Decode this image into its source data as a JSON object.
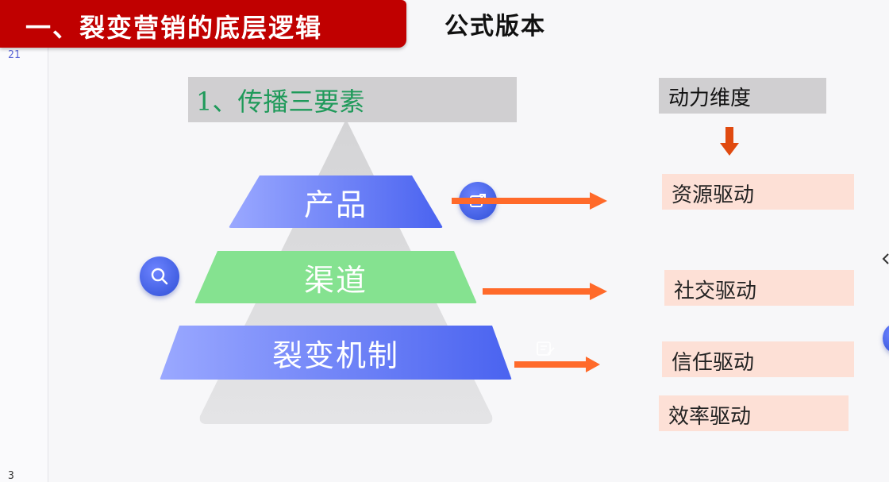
{
  "slide": {
    "page_number_top": "21",
    "page_number_bottom": "3",
    "title": "一、裂变营销的底层逻辑",
    "subtitle": "公式版本",
    "section_heading": "1、传播三要素"
  },
  "pyramid": {
    "tiers": [
      {
        "label": "产品",
        "color_start": "#9aa8ff",
        "color_end": "#4a63f0"
      },
      {
        "label": "渠道",
        "color_start": "#8ee89a",
        "color_end": "#7ee08c"
      },
      {
        "label": "裂变机制",
        "color_start": "#9aa8ff",
        "color_end": "#4a63f0"
      }
    ],
    "background_color": "#dcdcde"
  },
  "right_panel": {
    "dimension_label": "动力维度",
    "drives": [
      "资源驱动",
      "社交驱动",
      "信任驱动",
      "效率驱动"
    ]
  },
  "colors": {
    "title_red": "#c00000",
    "section_green": "#1f9a5a",
    "arrow_orange": "#ff6a2a",
    "down_arrow": "#e04a10",
    "drive_box_bg": "#fde0d6",
    "gray_box_bg": "#d0cfd1"
  },
  "icons": {
    "product_circle": "share-icon",
    "channel_circle": "search-icon",
    "mechanism": "edit-icon"
  }
}
